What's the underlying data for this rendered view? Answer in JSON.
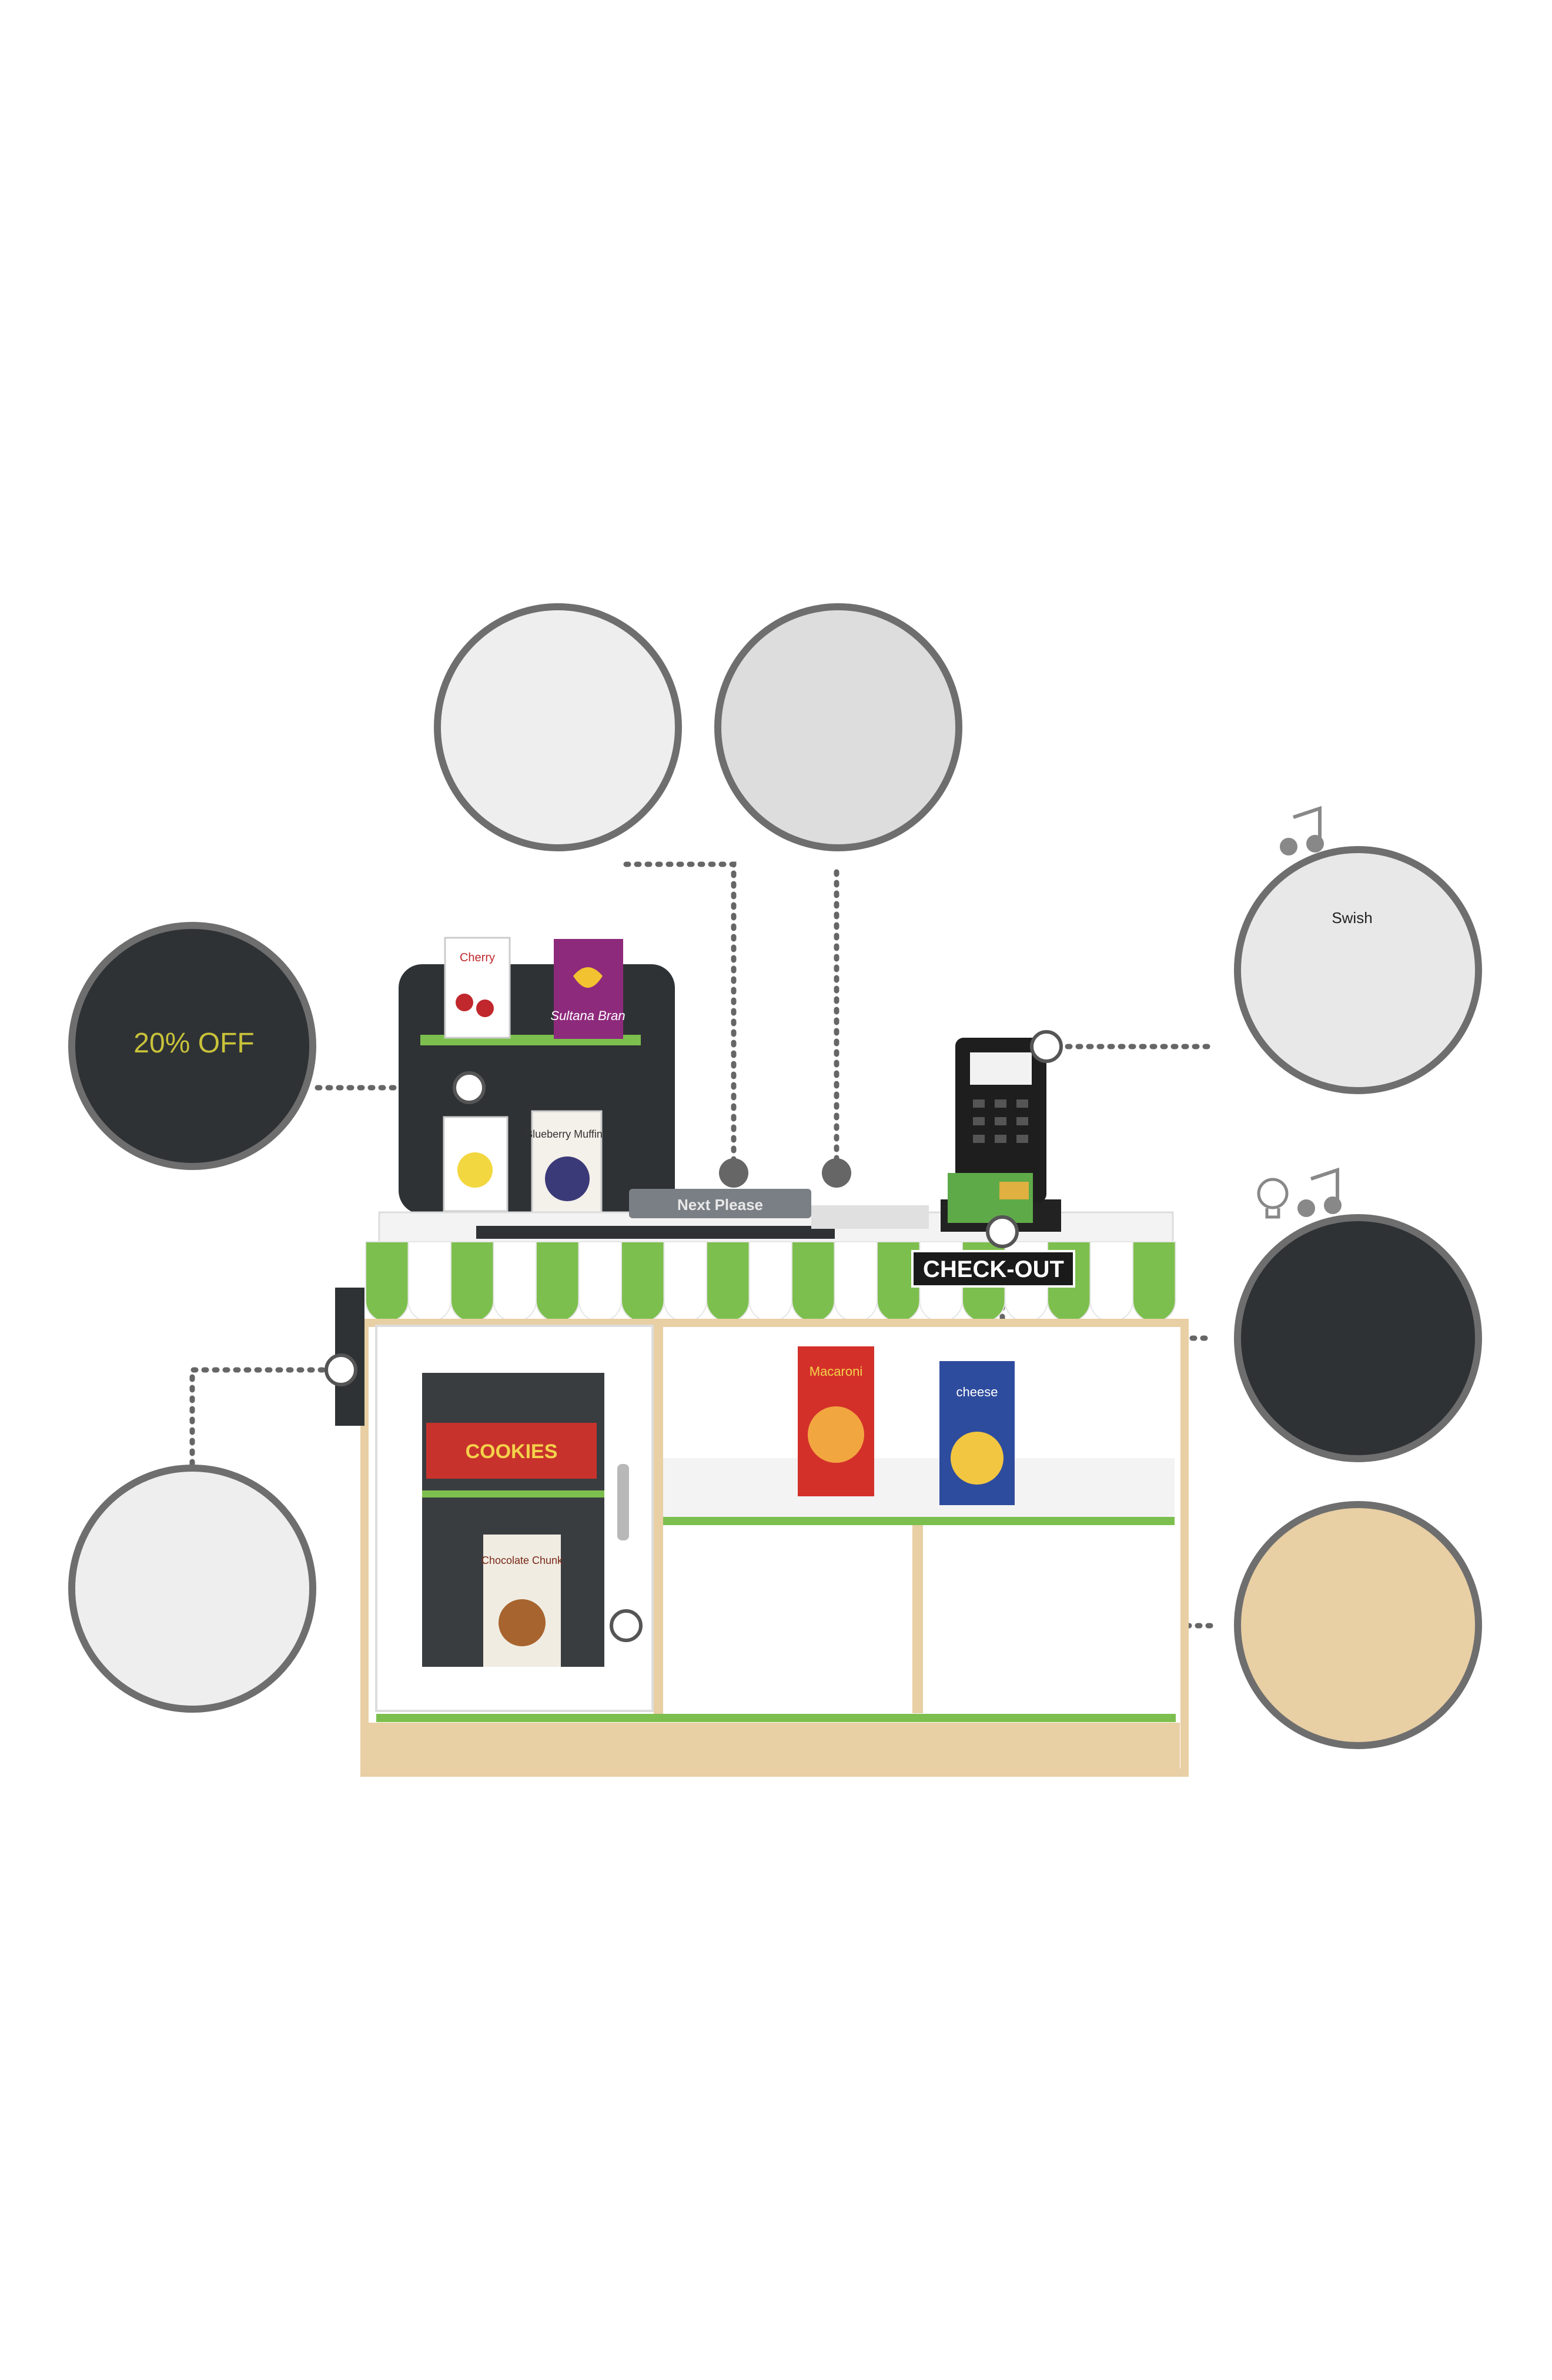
{
  "sign": {
    "checkout": "CHECK-OUT"
  },
  "divider": {
    "label": "Next Please"
  },
  "chalkboard": {
    "text": "20% OFF"
  },
  "products": {
    "cherry": "Cherry",
    "sultana": "Sultana Bran",
    "blueberry": "Blueberry Muffins",
    "macaroni": "Macaroni",
    "cheese": "cheese",
    "cookies": "COOKIES",
    "chocolate": "Chocolate Chunk"
  },
  "card_reader": {
    "screen": "Swish"
  },
  "icons": [
    "music-note-icon",
    "light-bulb-icon"
  ],
  "colors": {
    "green": "#7dbf4e",
    "chalkboard": "#2e3235",
    "wood": "#e8cfa4",
    "circle_border": "#6e6e6e"
  }
}
